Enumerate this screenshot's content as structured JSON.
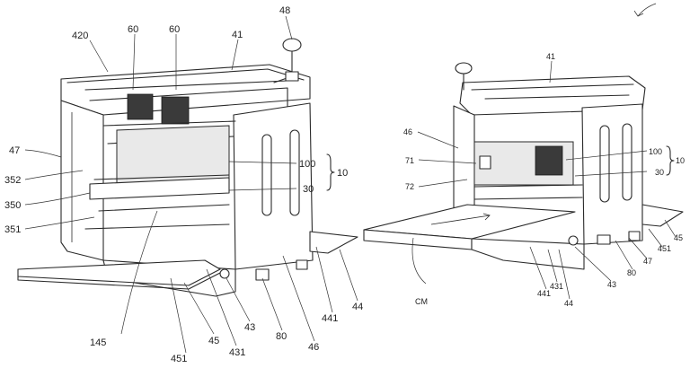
{
  "left_figure": {
    "labels": {
      "l48": "48",
      "l420": "420",
      "l60a": "60",
      "l60b": "60",
      "l41": "41",
      "l47": "47",
      "l352": "352",
      "l350": "350",
      "l351": "351",
      "l100": "100",
      "l10": "10",
      "l30": "30",
      "l145": "145",
      "l451": "451",
      "l45": "45",
      "l431": "431",
      "l43": "43",
      "l80": "80",
      "l46": "46",
      "l441": "441",
      "l44": "44"
    }
  },
  "right_figure": {
    "labels": {
      "l41": "41",
      "l46": "46",
      "l71": "71",
      "l72": "72",
      "l100": "100",
      "l10": "10",
      "l30": "30",
      "lCM": "CM",
      "l441": "441",
      "l431": "431",
      "l44": "44",
      "l43": "43",
      "l80": "80",
      "l47": "47",
      "l451": "451",
      "l45": "45"
    }
  }
}
